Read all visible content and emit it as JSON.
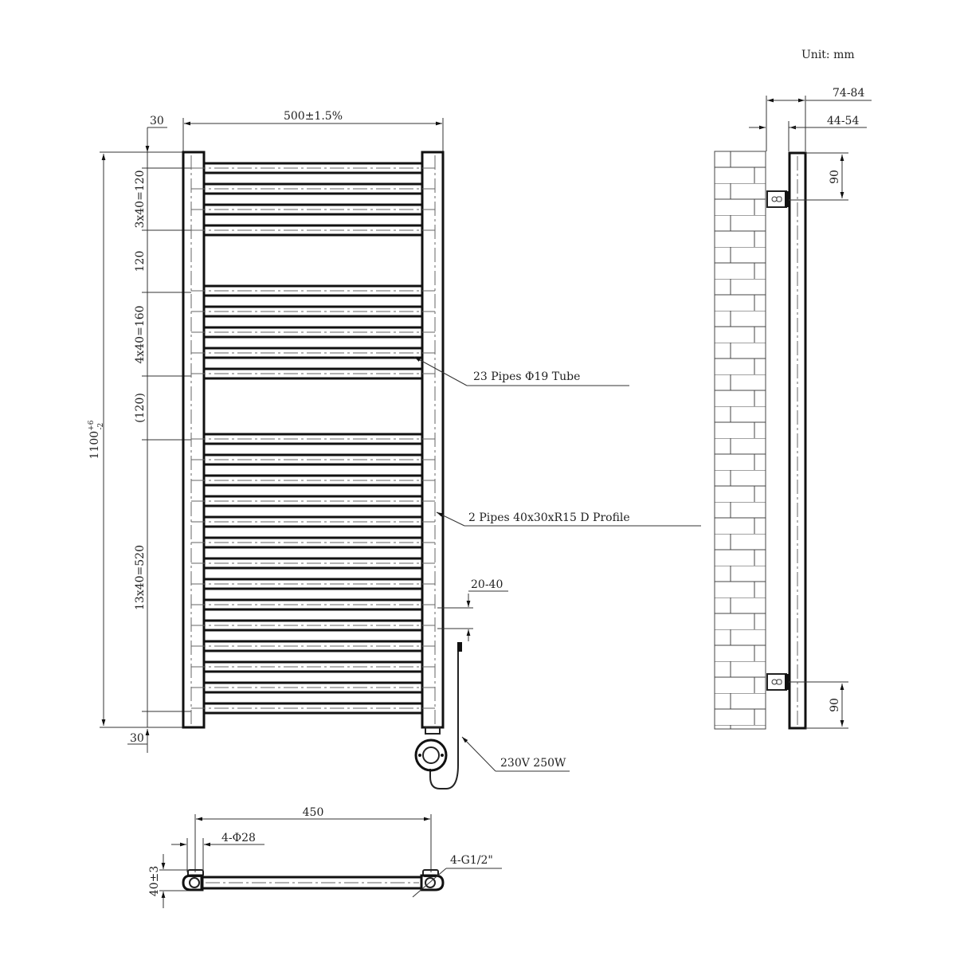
{
  "unit_label": "Unit: mm",
  "front_view": {
    "width_label": "500±1.5%",
    "top_offset_label": "30",
    "bottom_offset_label": "30",
    "height_label": "1100",
    "height_tol_upper": "+6",
    "height_tol_lower": "-2",
    "segments": [
      {
        "label": "3x40=120"
      },
      {
        "label": "120"
      },
      {
        "label": "4x40=160"
      },
      {
        "label": "(120)"
      },
      {
        "label": "13x40=520"
      }
    ],
    "callouts": {
      "tubes": "23 Pipes Φ19 Tube",
      "profile": "2 Pipes 40x30xR15 D Profile",
      "element_offset": "20-40",
      "element": "230V 250W"
    },
    "bar_centers_y": [
      211,
      237,
      263,
      289,
      365,
      391,
      417,
      443,
      469,
      551,
      577,
      603,
      629,
      655,
      681,
      707,
      733,
      759,
      785,
      811,
      837,
      863,
      889
    ]
  },
  "side_view": {
    "depth_outer_label": "74-84",
    "depth_inner_label": "44-54",
    "bracket_top_label": "90",
    "bracket_bottom_label": "90"
  },
  "top_view": {
    "centers_label": "450",
    "holes_label": "4-Φ28",
    "offset_label": "40±3",
    "thread_label": "4-G1/2\""
  }
}
